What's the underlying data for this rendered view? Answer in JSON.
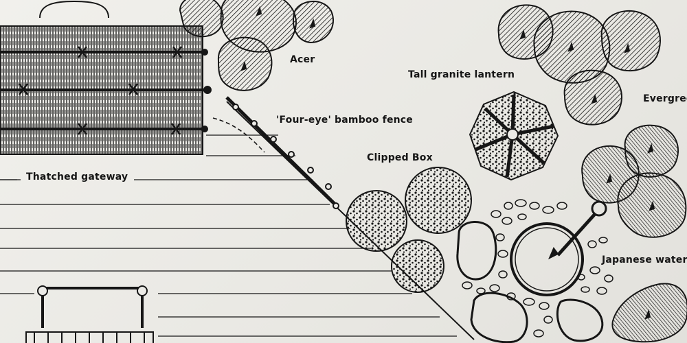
{
  "labels": {
    "acer": "Acer",
    "lantern": "Tall granite lantern",
    "evergreen": "Evergree",
    "fence": "'Four-eye' bamboo fence",
    "box": "Clipped Box",
    "gateway": "Thatched gateway",
    "water": "Japanese water"
  },
  "colors": {
    "ink": "#161616",
    "paper": "#ecebe7"
  }
}
